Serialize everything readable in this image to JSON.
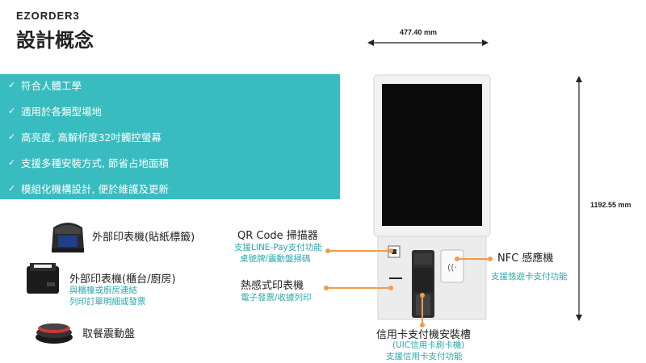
{
  "header": {
    "brand": "EZORDER3",
    "title": "設計概念"
  },
  "features": [
    "符合人體工學",
    "適用於各類型場地",
    "高亮度, 高解析度32吋觸控螢幕",
    "支援多種安裝方式, 節省占地面積",
    "模組化機構設計, 便於維護及更新"
  ],
  "check_glyph": "✓",
  "dimensions": {
    "width": "477.40 mm",
    "height": "1192.55 mm"
  },
  "peripherals": {
    "label_printer": "外部印表機(貼紙標籤)",
    "counter_printer": {
      "title": "外部印表機(櫃台/廚房)",
      "desc1": "與櫃檯或廚房連結",
      "desc2": "列印訂單明細或發票"
    },
    "pager": "取餐震動盤"
  },
  "callouts": {
    "qr": {
      "title": "QR Code 掃描器",
      "desc1": "支援LINE-Pay支付功能",
      "desc2": "桌號牌/震動盤掃碼"
    },
    "thermal": {
      "title": "熱感式印表機",
      "desc1": "電子發票/收據列印"
    },
    "nfc": {
      "title": "NFC 感應機",
      "desc1": "支援悠遊卡支付功能"
    },
    "card": {
      "title": "信用卡支付機安裝槽",
      "desc1": "(UIC信用卡刷卡機)",
      "desc2": "支援信用卡支付功能"
    }
  },
  "colors": {
    "teal": "#39bcbf",
    "teal_text": "#2aa7ad",
    "orange": "#f29b4b"
  }
}
